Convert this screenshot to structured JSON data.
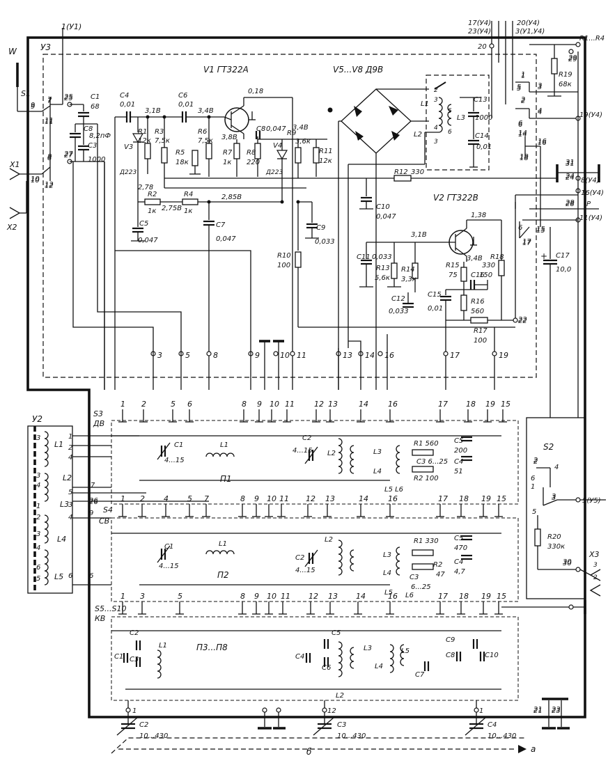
{
  "blocks": {
    "u3": "У3",
    "u2": "У2"
  },
  "transistors": {
    "v1": "V1 ГТ322А",
    "v2": "V2 ГТ322В",
    "v5v8": "V5...V8 Д9В",
    "v3": "V3",
    "v4": "V4",
    "d_v3": "Д223",
    "d_v4": "Д223"
  },
  "antenna": {
    "w": "W",
    "s1": "S1",
    "x1": "X1",
    "x2": "X2"
  },
  "ranges": {
    "s3": "S3",
    "dv": "ДВ",
    "s4": "S4",
    "sv": "СВ",
    "s5": "S5...S10",
    "kv": "КВ",
    "p1": "П1",
    "p2": "П2",
    "p3p8": "П3...П8"
  },
  "top_comp": {
    "c1": "C1",
    "c1v": "68",
    "c8": "C8",
    "c8v": "8,2пФ",
    "c3": "C3",
    "c3v": "1000",
    "c4": "C4",
    "c4v": "0,01",
    "c6": "C6",
    "c6v": "0,01",
    "r1": "R1",
    "r1v": "12к",
    "r3": "R3",
    "r3v": "7,5к",
    "r5": "R5",
    "r5v": "18к",
    "r6": "R6",
    "r6v": "7,5к",
    "r7": "R7",
    "r7v": "1к",
    "r8": "R8",
    "r8v": "220",
    "r9": "R9",
    "r9v": "3,6к",
    "r11": "R11",
    "r11v": "12к",
    "r2": "R2",
    "r2v": "1к",
    "r4": "R4",
    "r4v": "1к",
    "c5": "C5",
    "c5v": "0,047",
    "c7": "C7",
    "c7v": "0,047",
    "c8b": "C8",
    "c8bv": "0,047",
    "c9": "C9",
    "c9v": "0,033",
    "r10": "R10",
    "r10v": "100",
    "l1": "L1",
    "l2": "L2",
    "l3": "L3",
    "c13": "C13",
    "c13v": "1000",
    "c14": "C14",
    "c14v": "0,01",
    "r12": "R12",
    "r12v": "330",
    "c10": "C10",
    "c10v": "0,047",
    "c11": "C11",
    "c11v": "0,033",
    "r13": "R13",
    "r13v": "5,6к",
    "r14": "R14",
    "r14v": "3,3к",
    "c12": "C12",
    "c12v": "0,033",
    "r15": "R15",
    "r15v": "75",
    "r18": "R18",
    "r18v": "330",
    "c16": "C16",
    "c16v": "150",
    "c15": "C15",
    "c15v": "0,01",
    "r16": "R16",
    "r16v": "560",
    "r17": "R17",
    "r17v": "100",
    "r19": "R19",
    "r19v": "68к",
    "c17": "C17",
    "c17v": "10,0",
    "s2": "S2",
    "r20": "R20",
    "r20v": "330к",
    "p": "P",
    "x3": "X3"
  },
  "voltages": {
    "v31a": "3,1В",
    "v34a": "3,4В",
    "v018": "0,18",
    "v38": "3,8В",
    "v34b": "3,4В",
    "v278": "2,78",
    "v275": "2,75В",
    "v285": "2,85В",
    "v31b": "3,1В",
    "v138": "1,38",
    "v348": "3,4В"
  },
  "connectors": {
    "t1": "1(У1)",
    "t17": "17(У4)",
    "t23": "23(У4)",
    "t20": "20(У4)",
    "t3": "3(У1,У4)",
    "r1r4": "R1...R4",
    "t19": "19(У4)",
    "t8": "8(У4)",
    "t16": "16(У4)",
    "t11": "11(У4)",
    "t5": "5(У5)"
  },
  "bottom": {
    "c2": "C2",
    "c2v": "10...430",
    "c3": "C3",
    "c3v": "10...430",
    "c4": "C4",
    "c4v": "10...430",
    "b": "б",
    "a": "а"
  },
  "band_lbl": {
    "c1": "C1",
    "c1v": "4...15",
    "l1": "L1",
    "c2": "C2",
    "c2v": "4...15",
    "l2": "L2",
    "l3": "L3",
    "l4": "L4",
    "l5l6": "L5 L6",
    "r1": "R1 560",
    "r2": "R2 100",
    "c3": "C3 6...25",
    "c5": "C5",
    "c5v": "200",
    "c4": "C4",
    "c4v": "51",
    "r1b": "R1 330",
    "r2b": "R2",
    "r2bv": "47",
    "c3b": "C3",
    "c3bv": "6...25",
    "c5b": "C5",
    "c5bv": "470",
    "c4b": "C4",
    "c4bv": "4,7",
    "l5": "L5",
    "l6": "L6",
    "c6": "C6",
    "c7": "C7",
    "c8": "C8",
    "c9": "C9",
    "c10": "C10"
  },
  "bus_top": [
    "3",
    "5",
    "8",
    "9",
    "10",
    "11",
    "13",
    "14",
    "16",
    "17",
    "19"
  ],
  "row1_pins": [
    "1",
    "2",
    "5",
    "6",
    "8",
    "9",
    "10",
    "11",
    "12",
    "13",
    "14",
    "16",
    "17",
    "18",
    "19",
    "15"
  ],
  "row2_pins": [
    "1",
    "2",
    "4",
    "5",
    "7",
    "8",
    "9",
    "10",
    "11",
    "12",
    "13",
    "14",
    "16",
    "17",
    "18",
    "19",
    "15"
  ],
  "row3_pins": [
    "1",
    "3",
    "5",
    "8",
    "9",
    "10",
    "11",
    "12",
    "13",
    "14",
    "16",
    "17",
    "18",
    "19",
    "15"
  ],
  "misc_pins": [
    "25",
    "27",
    "7",
    "9",
    "11",
    "8",
    "10",
    "12",
    "29",
    "31",
    "24",
    "28",
    "22",
    "15",
    "17",
    "16",
    "18",
    "14",
    "1",
    "2",
    "3",
    "4",
    "5",
    "6",
    "30",
    "21",
    "23",
    "26",
    "2",
    "3"
  ]
}
